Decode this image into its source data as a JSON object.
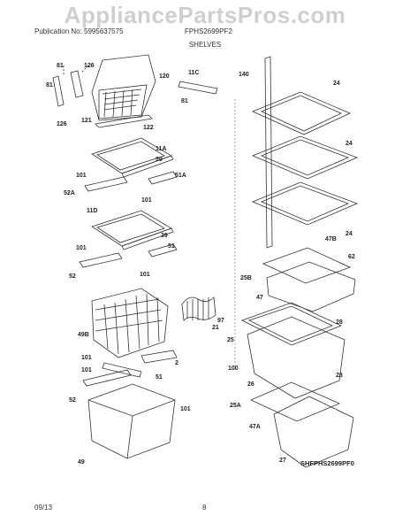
{
  "watermark": "AppliancePartsPros.com",
  "header": {
    "publication": "Publication No: 5995637575",
    "model": "FPHS2699PF2"
  },
  "section_title": "SHELVES",
  "diagram_code": "SHFPHS2699PF0",
  "callouts": [
    "81",
    "126",
    "120",
    "11C",
    "140",
    "81",
    "81",
    "126",
    "121",
    "122",
    "24",
    "11A",
    "39",
    "101",
    "51A",
    "24",
    "52A",
    "101",
    "11D",
    "39",
    "24",
    "101",
    "51",
    "47B",
    "62",
    "52",
    "101",
    "25B",
    "97",
    "47",
    "21",
    "49B",
    "28",
    "25",
    "101",
    "2",
    "100",
    "101",
    "51",
    "26",
    "28",
    "52",
    "101",
    "25A",
    "47A",
    "49",
    "27"
  ],
  "footer": {
    "date": "09/13",
    "page": "8"
  }
}
